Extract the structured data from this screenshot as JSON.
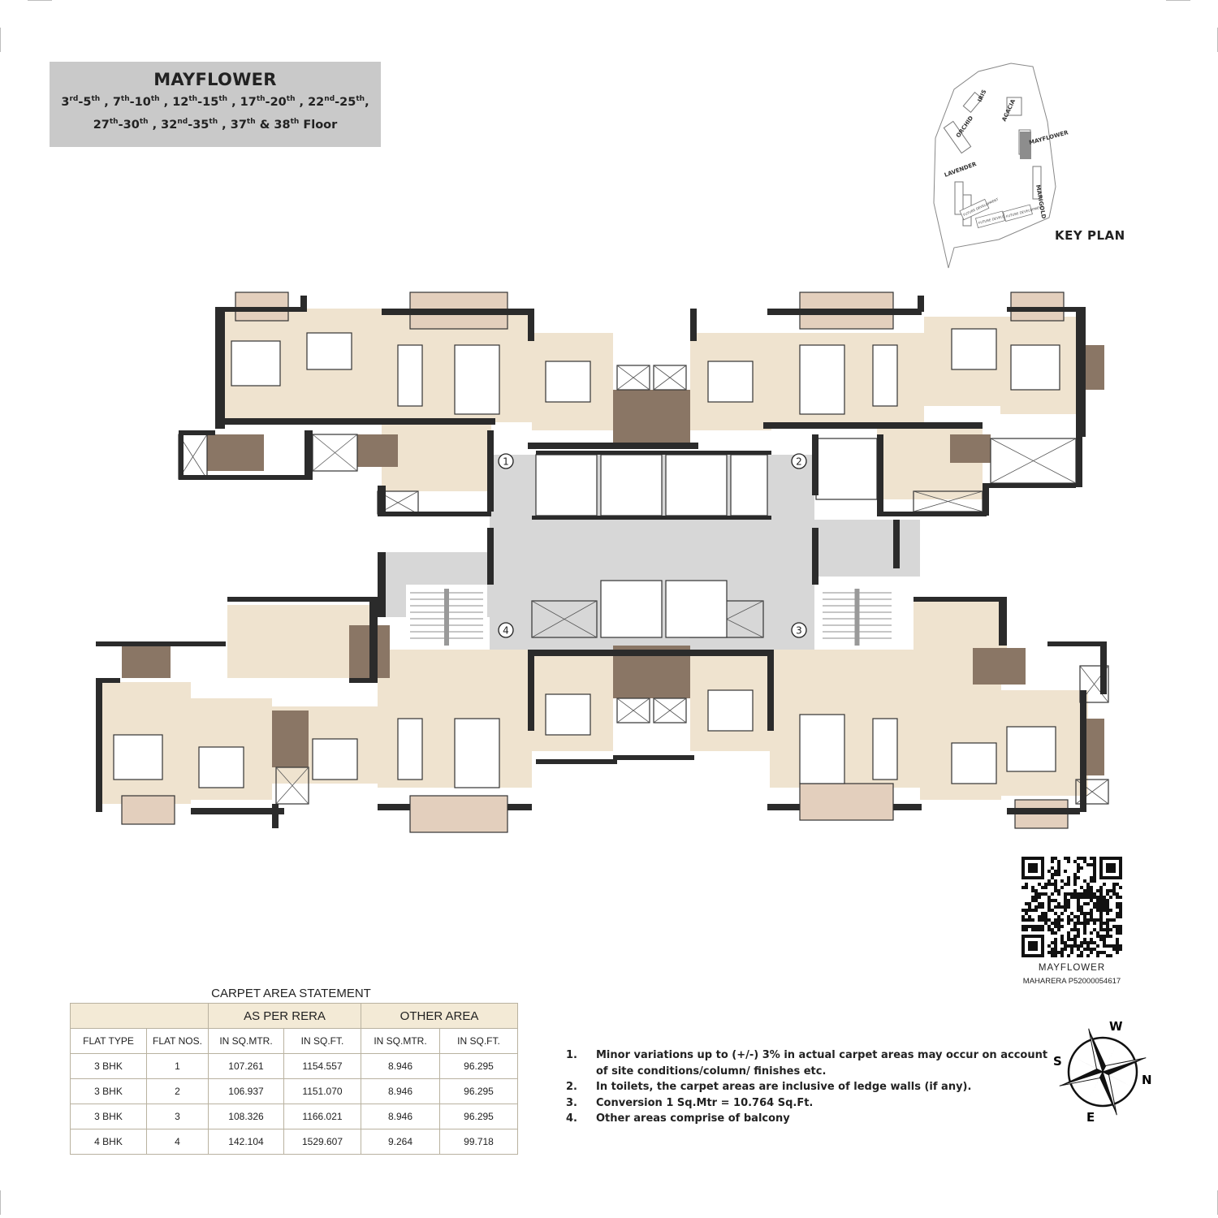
{
  "header": {
    "tower_name": "MAYFLOWER",
    "floors_line1": [
      {
        "a": "3",
        "as": "rd",
        "b": "5",
        "bs": "th"
      },
      {
        "a": "7",
        "as": "th",
        "b": "10",
        "bs": "th"
      },
      {
        "a": "12",
        "as": "th",
        "b": "15",
        "bs": "th"
      },
      {
        "a": "17",
        "as": "th",
        "b": "20",
        "bs": "th"
      },
      {
        "a": "22",
        "as": "nd",
        "b": "25",
        "bs": "th"
      }
    ],
    "floors_line2": [
      {
        "a": "27",
        "as": "th",
        "b": "30",
        "bs": "th"
      },
      {
        "a": "32",
        "as": "nd",
        "b": "35",
        "bs": "th"
      }
    ],
    "floors_tail": {
      "a": "37",
      "as": "th",
      "b": "38",
      "bs": "th",
      "word": "Floor"
    }
  },
  "key_plan": {
    "label": "KEY PLAN",
    "towers": [
      "IRIS",
      "ACACIA",
      "ORCHID",
      "MAYFLOWER",
      "LAVENDER",
      "MARIGOLD"
    ],
    "future": "FUTURE DEVELOPMENT"
  },
  "floor_plan": {
    "flat_numbers": [
      "1",
      "2",
      "3",
      "4"
    ],
    "colors": {
      "wall": "#2b2b2b",
      "room": "#efe3cf",
      "lobby": "#d7d7d7",
      "wet": "#8a7665",
      "balcony": "#e3cfbd"
    }
  },
  "qr": {
    "caption": "MAYFLOWER",
    "rera": "MAHARERA P52000054617"
  },
  "carpet_table": {
    "title": "CARPET AREA STATEMENT",
    "group_headers": [
      "AS PER RERA",
      "OTHER AREA"
    ],
    "columns": [
      "FLAT TYPE",
      "FLAT NOS.",
      "IN SQ.MTR.",
      "IN SQ.FT.",
      "IN SQ.MTR.",
      "IN SQ.FT."
    ],
    "rows": [
      [
        "3 BHK",
        "1",
        "107.261",
        "1154.557",
        "8.946",
        "96.295"
      ],
      [
        "3 BHK",
        "2",
        "106.937",
        "1151.070",
        "8.946",
        "96.295"
      ],
      [
        "3 BHK",
        "3",
        "108.326",
        "1166.021",
        "8.946",
        "96.295"
      ],
      [
        "4 BHK",
        "4",
        "142.104",
        "1529.607",
        "9.264",
        "99.718"
      ]
    ]
  },
  "notes": [
    {
      "num": "1.",
      "text": "Minor variations up to (+/-) 3% in actual carpet areas may occur on account of site conditions/column/ finishes etc."
    },
    {
      "num": "2.",
      "text": "In toilets, the carpet areas are inclusive of ledge walls (if any)."
    },
    {
      "num": "3.",
      "text": "Conversion 1 Sq.Mtr = 10.764 Sq.Ft."
    },
    {
      "num": "4.",
      "text": "Other areas comprise of balcony"
    }
  ],
  "compass": {
    "w": "W",
    "n": "N",
    "e": "E",
    "s": "S"
  }
}
